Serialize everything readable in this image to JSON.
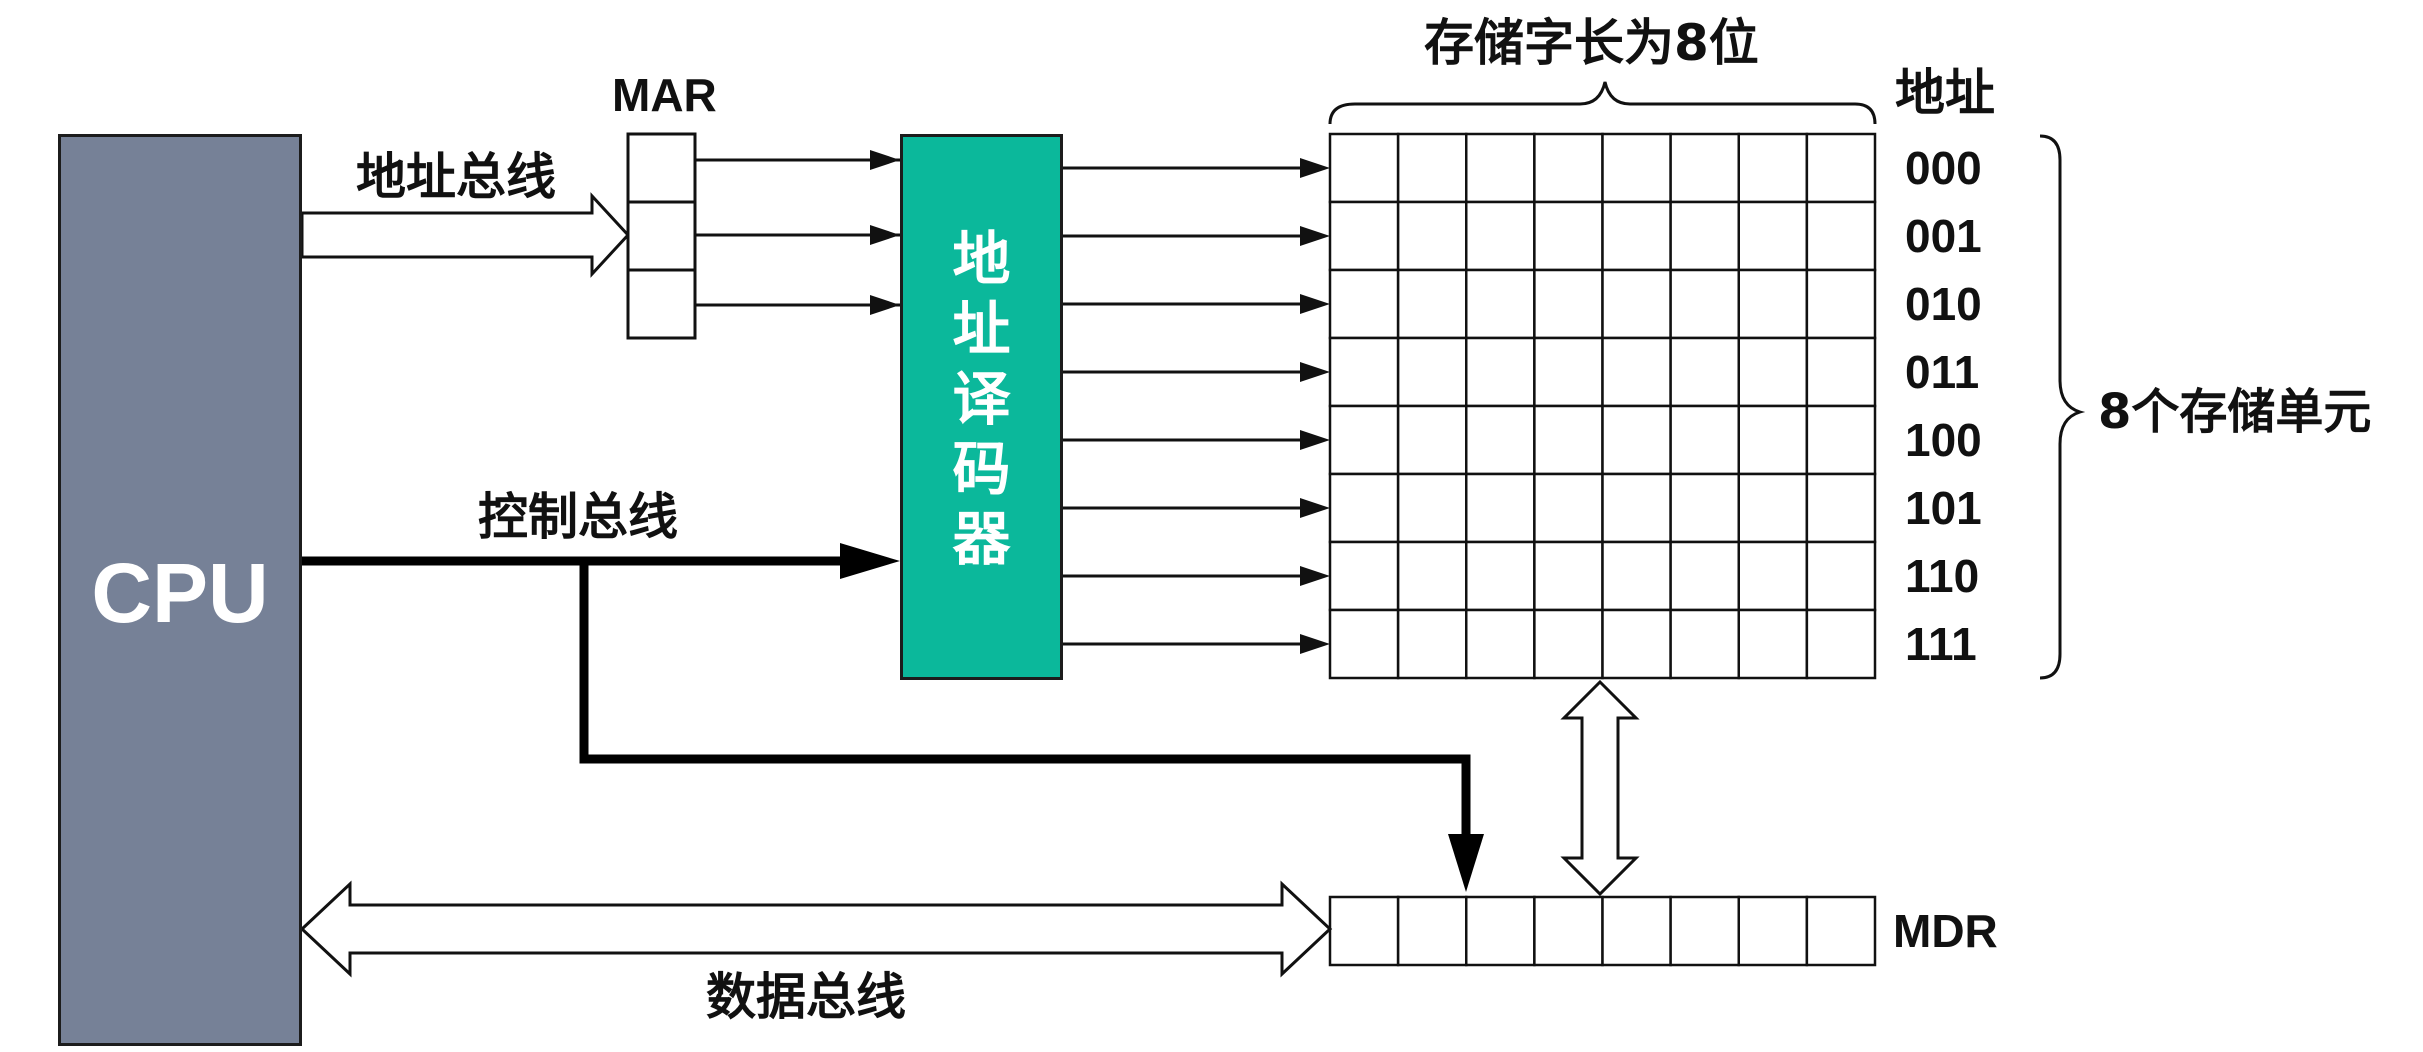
{
  "cpu": {
    "label": "CPU",
    "color": "#768197"
  },
  "mar": {
    "label": "MAR",
    "cells": 3
  },
  "decoder": {
    "chars": [
      "地",
      "址",
      "译",
      "码",
      "器"
    ],
    "color": "#0bb89b"
  },
  "buses": {
    "address_bus": "地址总线",
    "control_bus": "控制总线",
    "data_bus": "数据总线"
  },
  "memory": {
    "word_length_label": "存储字长为8位",
    "address_header": "地址",
    "units_label": "8个存储单元",
    "bits_per_word": 8,
    "addresses": [
      "000",
      "001",
      "010",
      "011",
      "100",
      "101",
      "110",
      "111"
    ]
  },
  "mdr": {
    "label": "MDR",
    "cells": 8
  }
}
